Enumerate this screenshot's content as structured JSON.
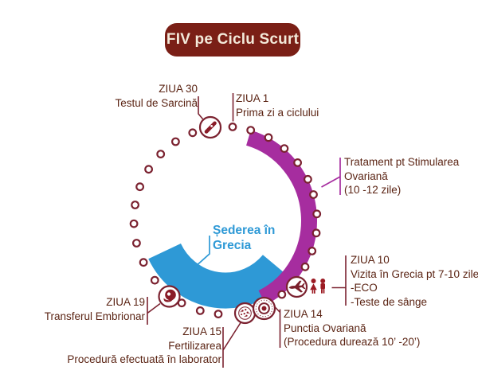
{
  "title": "FIV pe Ciclu Scurt",
  "labels": {
    "ziua30": {
      "lines": [
        "ZIUA 30",
        "Testul de Sarcină"
      ]
    },
    "ziua1": {
      "lines": [
        "ZIUA 1",
        "Prima zi a ciclului"
      ]
    },
    "tratament": {
      "lines": [
        "Tratament pt Stimularea",
        "Ovariană",
        "(10 -12 zile)"
      ]
    },
    "ziua10": {
      "lines": [
        "ZIUA 10",
        "Vizita în Grecia pt 7-10 zile",
        "-ECO",
        "-Teste de sânge"
      ]
    },
    "ziua14": {
      "lines": [
        "ZIUA 14",
        "Punctia Ovariană",
        "(Procedura durează 10’ -20’)"
      ]
    },
    "ziua15": {
      "lines": [
        "ZIUA 15",
        "Fertilizarea",
        "Procedură efectuată în laborator"
      ]
    },
    "ziua19": {
      "lines": [
        "ZIUA 19",
        "Transferul Embrionar"
      ]
    },
    "sederea": {
      "lines": [
        "Șederea în",
        "Grecia"
      ]
    }
  },
  "icons": {
    "pregnancy_test": "test-stick-in-circle",
    "embryo": "embryo-curl-in-circle",
    "petri_dish": "dish-with-cells-in-circle",
    "oocyte": "concentric-egg-in-circle",
    "airplane": "plane-in-circle",
    "couple": "two-person-silhouette"
  },
  "colors": {
    "title_bg": "#7A1F16",
    "title_text": "#F3EADA",
    "label_text": "#5B2414",
    "maroon_stroke": "#7B2230",
    "icon_fill": "#8A1C28",
    "couple_red": "#9C1B23",
    "magenta_arc": "#A62D9F",
    "blue_arc": "#2E99D6",
    "dot_fill": "#FFFFFF"
  }
}
